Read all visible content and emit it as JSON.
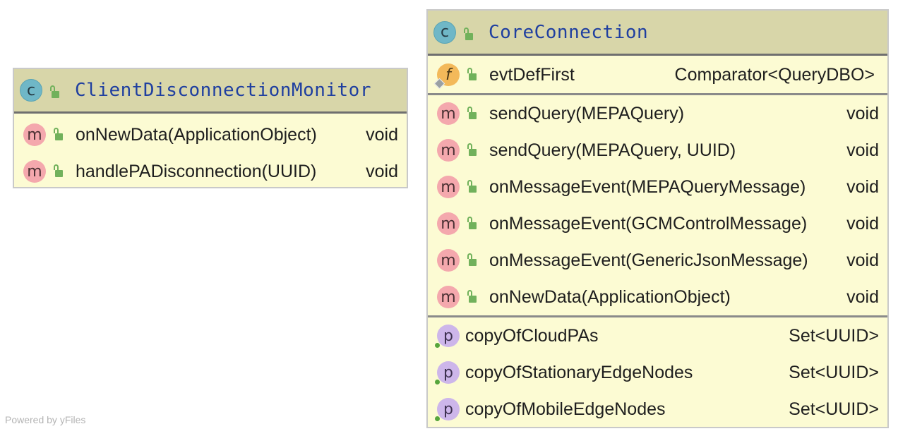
{
  "classes": {
    "client": {
      "name": "ClientDisconnectionMonitor",
      "badge": "c",
      "methods": [
        {
          "badge": "m",
          "member": "onNewData(ApplicationObject)",
          "type": "void"
        },
        {
          "badge": "m",
          "member": "handlePADisconnection(UUID)",
          "type": "void"
        }
      ]
    },
    "core": {
      "name": "CoreConnection",
      "badge": "c",
      "fields": [
        {
          "badge": "f",
          "member": "evtDefFirst",
          "type": "Comparator<QueryDBO>"
        }
      ],
      "methods": [
        {
          "badge": "m",
          "member": "sendQuery(MEPAQuery)",
          "type": "void"
        },
        {
          "badge": "m",
          "member": "sendQuery(MEPAQuery, UUID)",
          "type": "void"
        },
        {
          "badge": "m",
          "member": "onMessageEvent(MEPAQueryMessage)",
          "type": "void"
        },
        {
          "badge": "m",
          "member": "onMessageEvent(GCMControlMessage)",
          "type": "void"
        },
        {
          "badge": "m",
          "member": "onMessageEvent(GenericJsonMessage)",
          "type": "void"
        },
        {
          "badge": "m",
          "member": "onNewData(ApplicationObject)",
          "type": "void"
        }
      ],
      "properties": [
        {
          "badge": "p",
          "member": "copyOfCloudPAs",
          "type": "Set<UUID>"
        },
        {
          "badge": "p",
          "member": "copyOfStationaryEdgeNodes",
          "type": "Set<UUID>"
        },
        {
          "badge": "p",
          "member": "copyOfMobileEdgeNodes",
          "type": "Set<UUID>"
        }
      ]
    }
  },
  "footer": "Powered by yFiles",
  "colors": {
    "header_bg": "#d8d6a9",
    "body_bg": "#fcfbd3",
    "class_name": "#1f3fa0",
    "method_badge": "#f4a8ad",
    "field_badge": "#f3b95a",
    "property_badge": "#cdb6ea",
    "class_badge": "#6fb7c7",
    "lock": "#71b15b"
  }
}
